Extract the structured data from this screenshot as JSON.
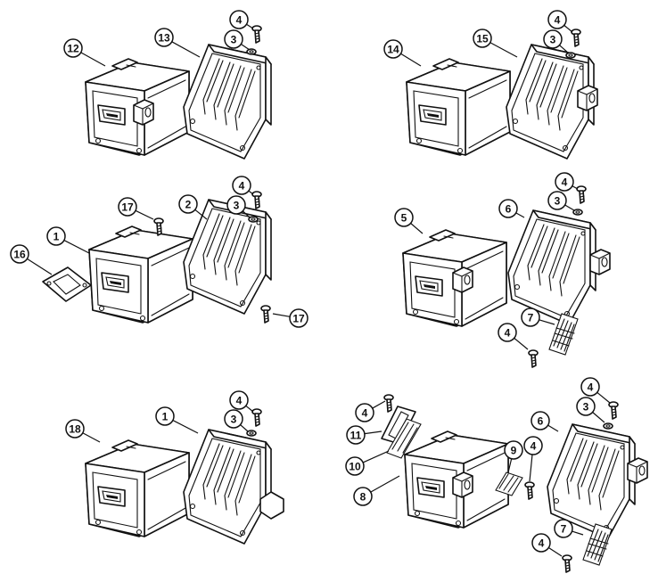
{
  "callouts": [
    {
      "id": "c12",
      "label": "12"
    },
    {
      "id": "c13",
      "label": "13"
    },
    {
      "id": "c4a",
      "label": "4"
    },
    {
      "id": "c3a",
      "label": "3"
    },
    {
      "id": "c14",
      "label": "14"
    },
    {
      "id": "c15",
      "label": "15"
    },
    {
      "id": "c4b",
      "label": "4"
    },
    {
      "id": "c3b",
      "label": "3"
    },
    {
      "id": "c17a",
      "label": "17"
    },
    {
      "id": "c2",
      "label": "2"
    },
    {
      "id": "c4c",
      "label": "4"
    },
    {
      "id": "c3c",
      "label": "3"
    },
    {
      "id": "c1a",
      "label": "1"
    },
    {
      "id": "c16",
      "label": "16"
    },
    {
      "id": "c17b",
      "label": "17"
    },
    {
      "id": "c4d",
      "label": "4"
    },
    {
      "id": "c3d",
      "label": "3"
    },
    {
      "id": "c5",
      "label": "5"
    },
    {
      "id": "c6a",
      "label": "6"
    },
    {
      "id": "c7a",
      "label": "7"
    },
    {
      "id": "c4e",
      "label": "4"
    },
    {
      "id": "c4f",
      "label": "4"
    },
    {
      "id": "c3f",
      "label": "3"
    },
    {
      "id": "c18",
      "label": "18"
    },
    {
      "id": "c1b",
      "label": "1"
    },
    {
      "id": "c4g",
      "label": "4"
    },
    {
      "id": "c3g",
      "label": "3"
    },
    {
      "id": "c4h",
      "label": "4"
    },
    {
      "id": "c11",
      "label": "11"
    },
    {
      "id": "c10",
      "label": "10"
    },
    {
      "id": "c8",
      "label": "8"
    },
    {
      "id": "c9",
      "label": "9"
    },
    {
      "id": "c4i",
      "label": "4"
    },
    {
      "id": "c6b",
      "label": "6"
    },
    {
      "id": "c7b",
      "label": "7"
    },
    {
      "id": "c4j",
      "label": "4"
    }
  ]
}
